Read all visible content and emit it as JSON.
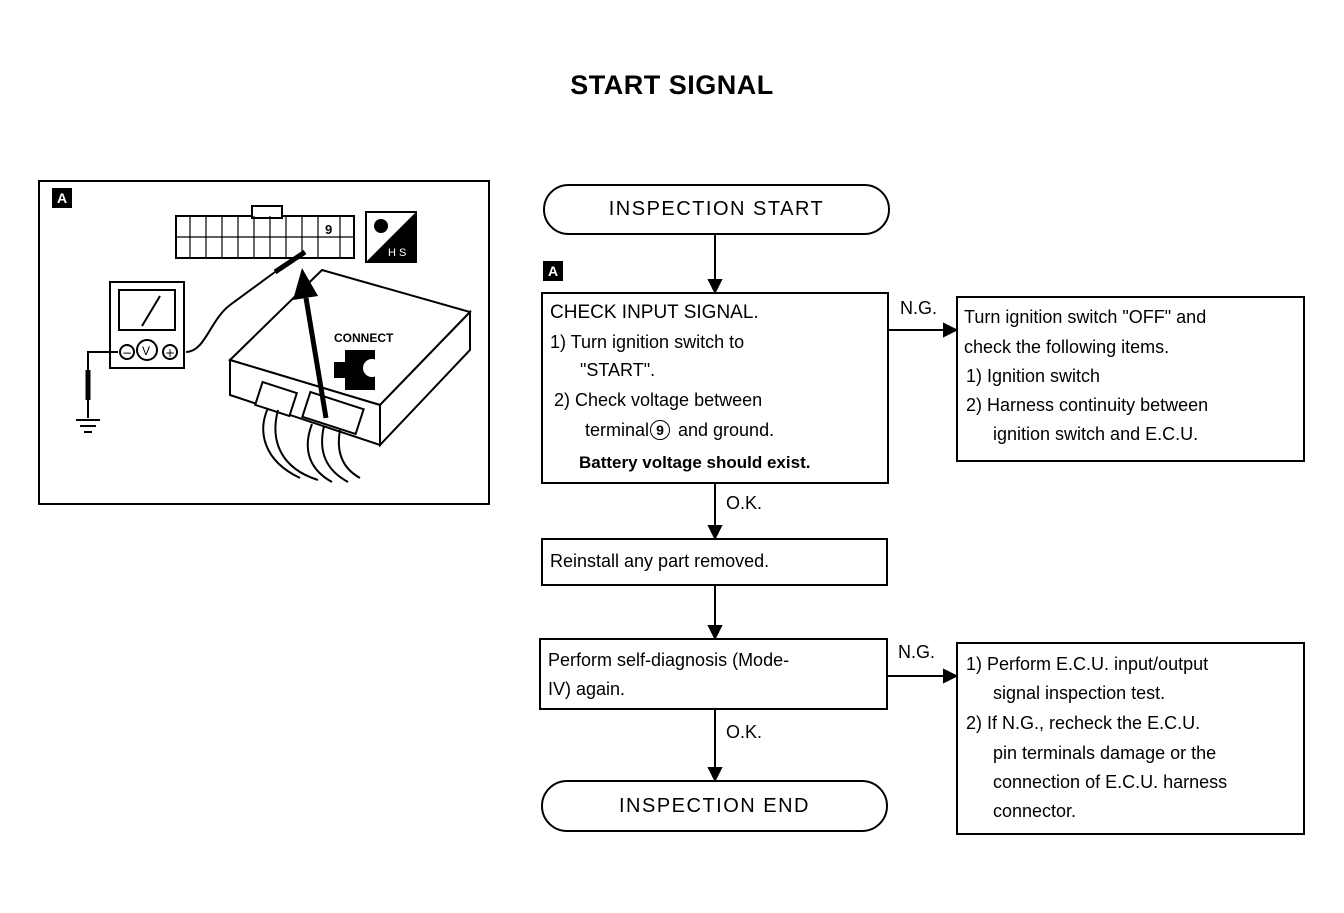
{
  "title": "START SIGNAL",
  "figure": {
    "tag": "A",
    "terminal": "9",
    "hs_label": "H S",
    "connect_label": "CONNECT",
    "meter_minus": "−",
    "meter_v": "V",
    "meter_plus": "+"
  },
  "flow": {
    "start": "INSPECTION START",
    "step_tag": "A",
    "check": {
      "title": "CHECK  INPUT  SIGNAL.",
      "line1": "1)  Turn ignition switch to",
      "line2": "\"START\".",
      "line3": "2)  Check voltage between",
      "line4a": "terminal",
      "line4_num": "9",
      "line4b": "and ground.",
      "line5": "Battery voltage should exist."
    },
    "ng1": "N.G.",
    "ng1_box": {
      "line1": "Turn ignition switch \"OFF\" and",
      "line2": "check the following items.",
      "line3": "1)  Ignition switch",
      "line4": "2)  Harness continuity between",
      "line5": "ignition switch and E.C.U."
    },
    "ok1": "O.K.",
    "reinstall": "Reinstall any part removed.",
    "selfdiag": {
      "line1": "Perform self-diagnosis (Mode-",
      "line2": "IV) again."
    },
    "ng2": "N.G.",
    "ng2_box": {
      "line1": "1)  Perform E.C.U. input/output",
      "line2": "signal inspection test.",
      "line3": "2)  If N.G., recheck the E.C.U.",
      "line4": "pin terminals damage or the",
      "line5": "connection of E.C.U. harness",
      "line6": "connector."
    },
    "ok2": "O.K.",
    "end": "INSPECTION  END"
  }
}
